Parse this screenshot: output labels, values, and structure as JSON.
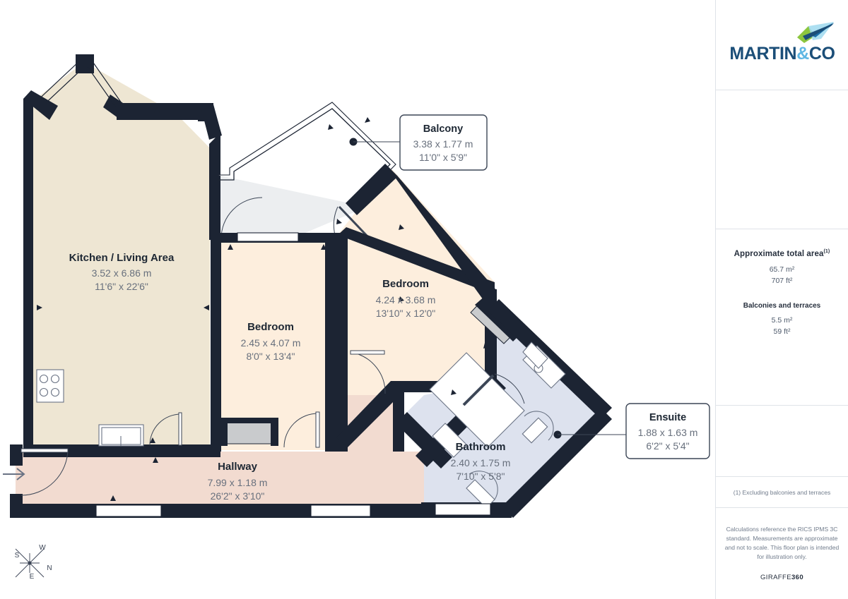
{
  "brand": {
    "name_main": "MARTIN",
    "name_amp": "&",
    "name_co": "CO",
    "logo_icon": "arrow-mark-icon"
  },
  "areas": {
    "total_label": "Approximate total area",
    "total_footnote": "(1)",
    "total_m2": "65.7 m²",
    "total_ft2": "707 ft²",
    "balconies_label": "Balconies and terraces",
    "balconies_m2": "5.5 m²",
    "balconies_ft2": "59 ft²"
  },
  "footnote": "(1) Excluding balconies and terraces",
  "disclaimer": "Calculations reference the RICS IPMS 3C standard. Measurements are approximate and not to scale. This floor plan is intended for illustration only.",
  "provider": {
    "name_light": "GIRAFFE",
    "name_bold": "360"
  },
  "compass": {
    "north": "N",
    "south": "S",
    "east": "E",
    "west": "W"
  },
  "rooms": [
    {
      "id": "kitchen-living",
      "name": "Kitchen / Living Area",
      "dim_m": "3.52 x 6.86 m",
      "dim_ft": "11'6\" x 22'6\"",
      "fill": "#eee6d3"
    },
    {
      "id": "bedroom-2",
      "name": "Bedroom",
      "dim_m": "2.45 x 4.07 m",
      "dim_ft": "8'0\" x 13'4\"",
      "fill": "#fdeedd"
    },
    {
      "id": "bedroom-1",
      "name": "Bedroom",
      "dim_m": "4.24 x 3.68 m",
      "dim_ft": "13'10\" x 12'0\"",
      "fill": "#fdeedd"
    },
    {
      "id": "bathroom",
      "name": "Bathroom",
      "dim_m": "2.40 x 1.75 m",
      "dim_ft": "7'10\" x 5'8\"",
      "fill": "#dde2ee"
    },
    {
      "id": "hallway",
      "name": "Hallway",
      "dim_m": "7.99 x 1.18 m",
      "dim_ft": "26'2\" x 3'10\"",
      "fill": "#f2dbd0"
    }
  ],
  "callouts": [
    {
      "id": "balcony",
      "name": "Balcony",
      "dim_m": "3.38 x 1.77 m",
      "dim_ft": "11'0\" x 5'9\"",
      "fill": "#eceef0"
    },
    {
      "id": "ensuite",
      "name": "Ensuite",
      "dim_m": "1.88 x 1.63 m",
      "dim_ft": "6'2\" x 5'4\"",
      "fill": "#dde2ee"
    }
  ],
  "colors": {
    "wall": "#1c2433",
    "kitchen": "#eee6d3",
    "bedroom": "#fdeedd",
    "bathroom": "#dde2ee",
    "hallway": "#f2dbd0",
    "balcony": "#eceef0",
    "closet": "#c9cbcd",
    "brand_blue": "#1b4e78",
    "brand_light_blue": "#5fb7e4",
    "brand_green": "#8cc63f"
  }
}
